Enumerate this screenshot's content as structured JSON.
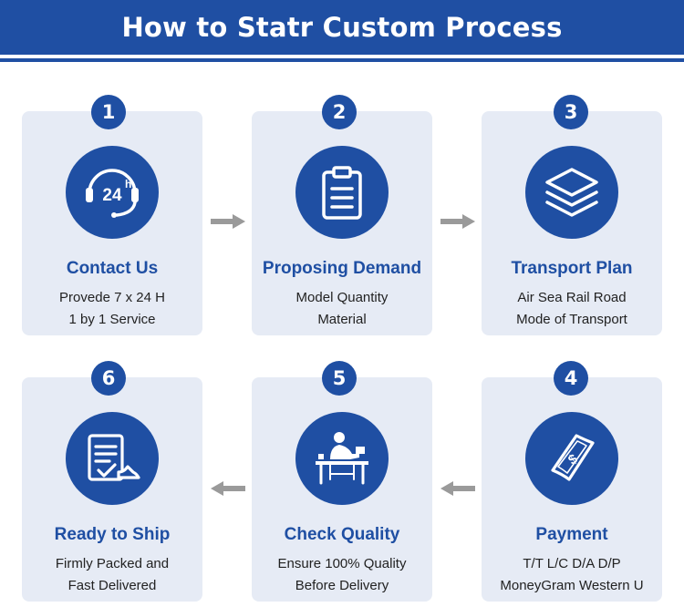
{
  "header": {
    "title": "How to Statr Custom Process"
  },
  "colors": {
    "brand": "#1f4fa3",
    "card_bg": "#e6ebf5",
    "arrow": "#9a9a9a"
  },
  "steps": [
    {
      "number": "1",
      "title": "Contact Us",
      "line1": "Provede 7 x 24 H",
      "line2": "1 by 1 Service",
      "icon": "headset-24h-icon"
    },
    {
      "number": "2",
      "title": "Proposing Demand",
      "line1": "Model Quantity",
      "line2": "Material",
      "icon": "clipboard-icon"
    },
    {
      "number": "3",
      "title": "Transport Plan",
      "line1": "Air Sea Rail Road",
      "line2": "Mode of Transport",
      "icon": "layers-icon"
    },
    {
      "number": "4",
      "title": "Payment",
      "line1": "T/T L/C D/A D/P",
      "line2": "MoneyGram Western U",
      "icon": "money-bill-icon"
    },
    {
      "number": "5",
      "title": "Check Quality",
      "line1": "Ensure 100% Quality",
      "line2": "Before Delivery",
      "icon": "inspector-icon"
    },
    {
      "number": "6",
      "title": "Ready to Ship",
      "line1": "Firmly Packed and",
      "line2": "Fast Delivered",
      "icon": "shipping-document-icon"
    }
  ]
}
